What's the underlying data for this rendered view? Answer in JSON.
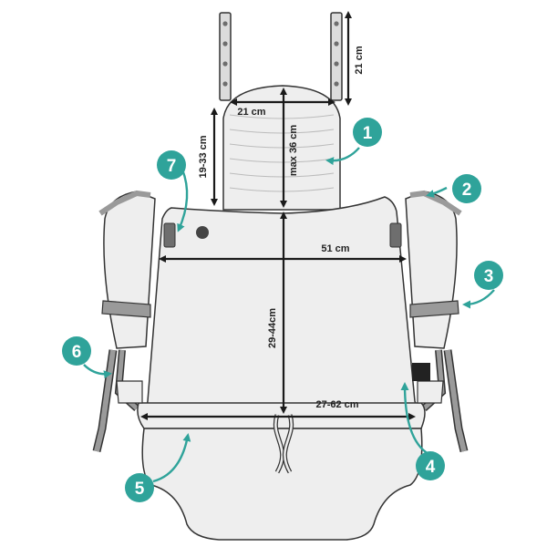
{
  "colors": {
    "outline": "#333333",
    "fabric": "#eeeeee",
    "fabric_shadow": "#dcdcdc",
    "strap": "#9a9a9a",
    "strap_dark": "#6e6e6e",
    "accent": "#2fa39a",
    "dim_line": "#1a1a1a"
  },
  "measurements": {
    "strap_length": "21 cm",
    "hood_width": "21 cm",
    "hood_height": "max 36 cm",
    "hood_adjust": "19-33 cm",
    "panel_width": "51 cm",
    "panel_height": "29-44cm",
    "waist_width": "27-62 cm"
  },
  "callouts": [
    "1",
    "2",
    "3",
    "4",
    "5",
    "6",
    "7"
  ],
  "icons": {
    "arrow": "curved-arrow-icon",
    "buckle": "buckle-icon",
    "snap": "snap-button-icon",
    "label": "brand-label-icon"
  }
}
